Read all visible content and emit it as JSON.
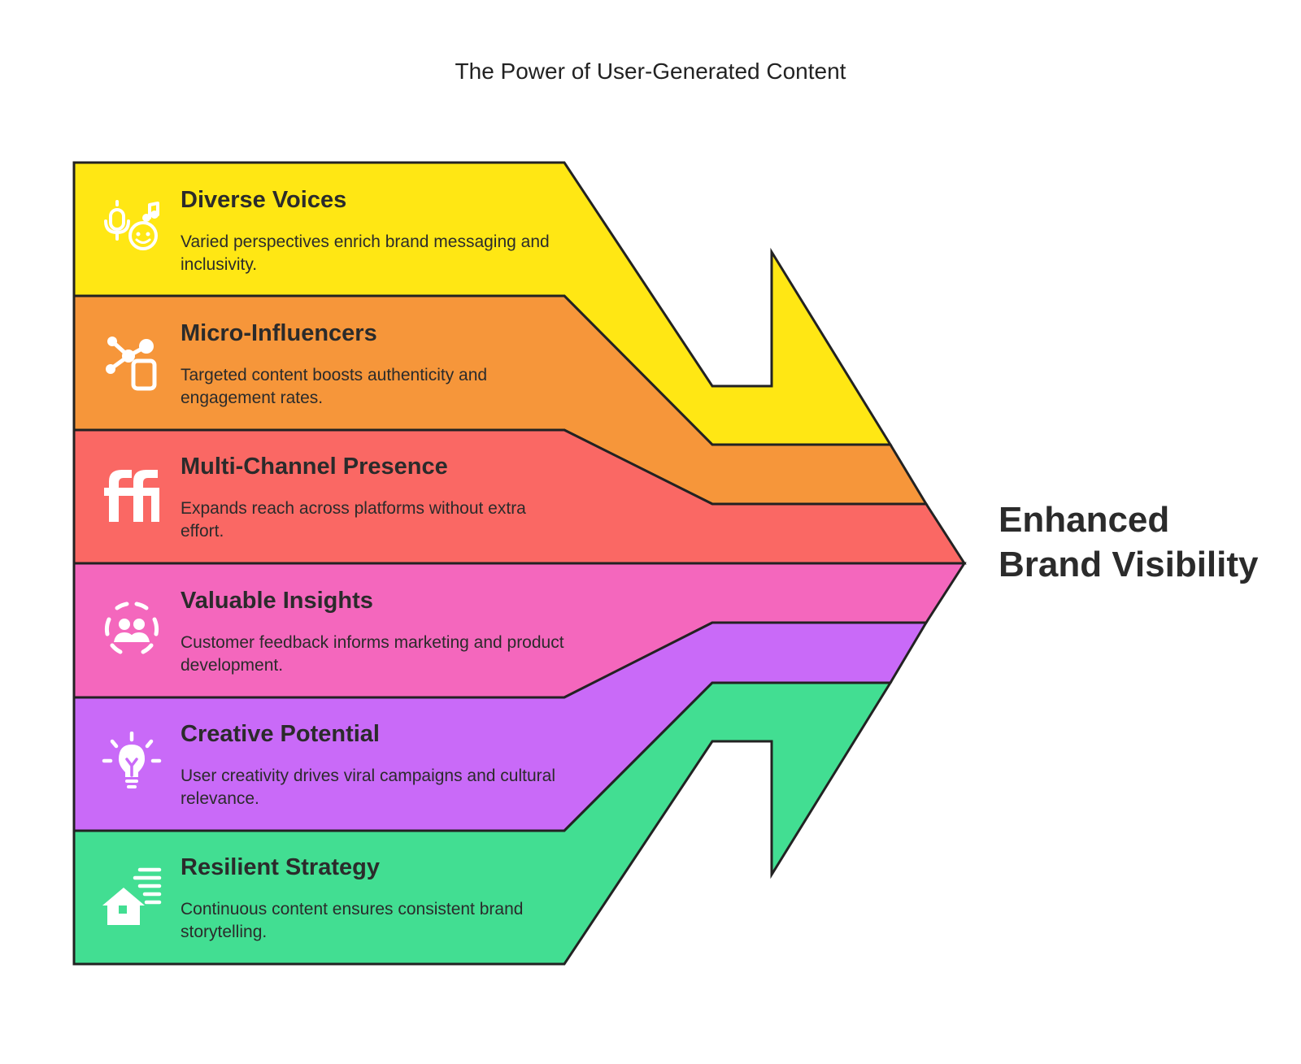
{
  "title": "The Power of User-Generated Content",
  "outcome": "Enhanced Brand Visibility",
  "stroke_color": "#222222",
  "icon_color": "#ffffff",
  "bands": [
    {
      "title": "Diverse Voices",
      "description": "Varied perspectives enrich brand messaging and inclusivity.",
      "color": "#FFE714",
      "icon": "voices-icon"
    },
    {
      "title": "Micro-Influencers",
      "description": "Targeted content boosts authenticity and engagement rates.",
      "color": "#F6963A",
      "icon": "network-phone-icon"
    },
    {
      "title": "Multi-Channel Presence",
      "description": "Expands reach across platforms without extra effort.",
      "color": "#FA6864",
      "icon": "ff-ligature-icon"
    },
    {
      "title": "Valuable Insights",
      "description": "Customer feedback informs marketing and product development.",
      "color": "#F467BD",
      "icon": "group-circle-icon"
    },
    {
      "title": "Creative Potential",
      "description": "User creativity drives viral campaigns and cultural relevance.",
      "color": "#C96AF8",
      "icon": "lightbulb-icon"
    },
    {
      "title": "Resilient Strategy",
      "description": "Continuous content ensures consistent brand storytelling.",
      "color": "#42DE92",
      "icon": "house-wind-icon"
    }
  ]
}
